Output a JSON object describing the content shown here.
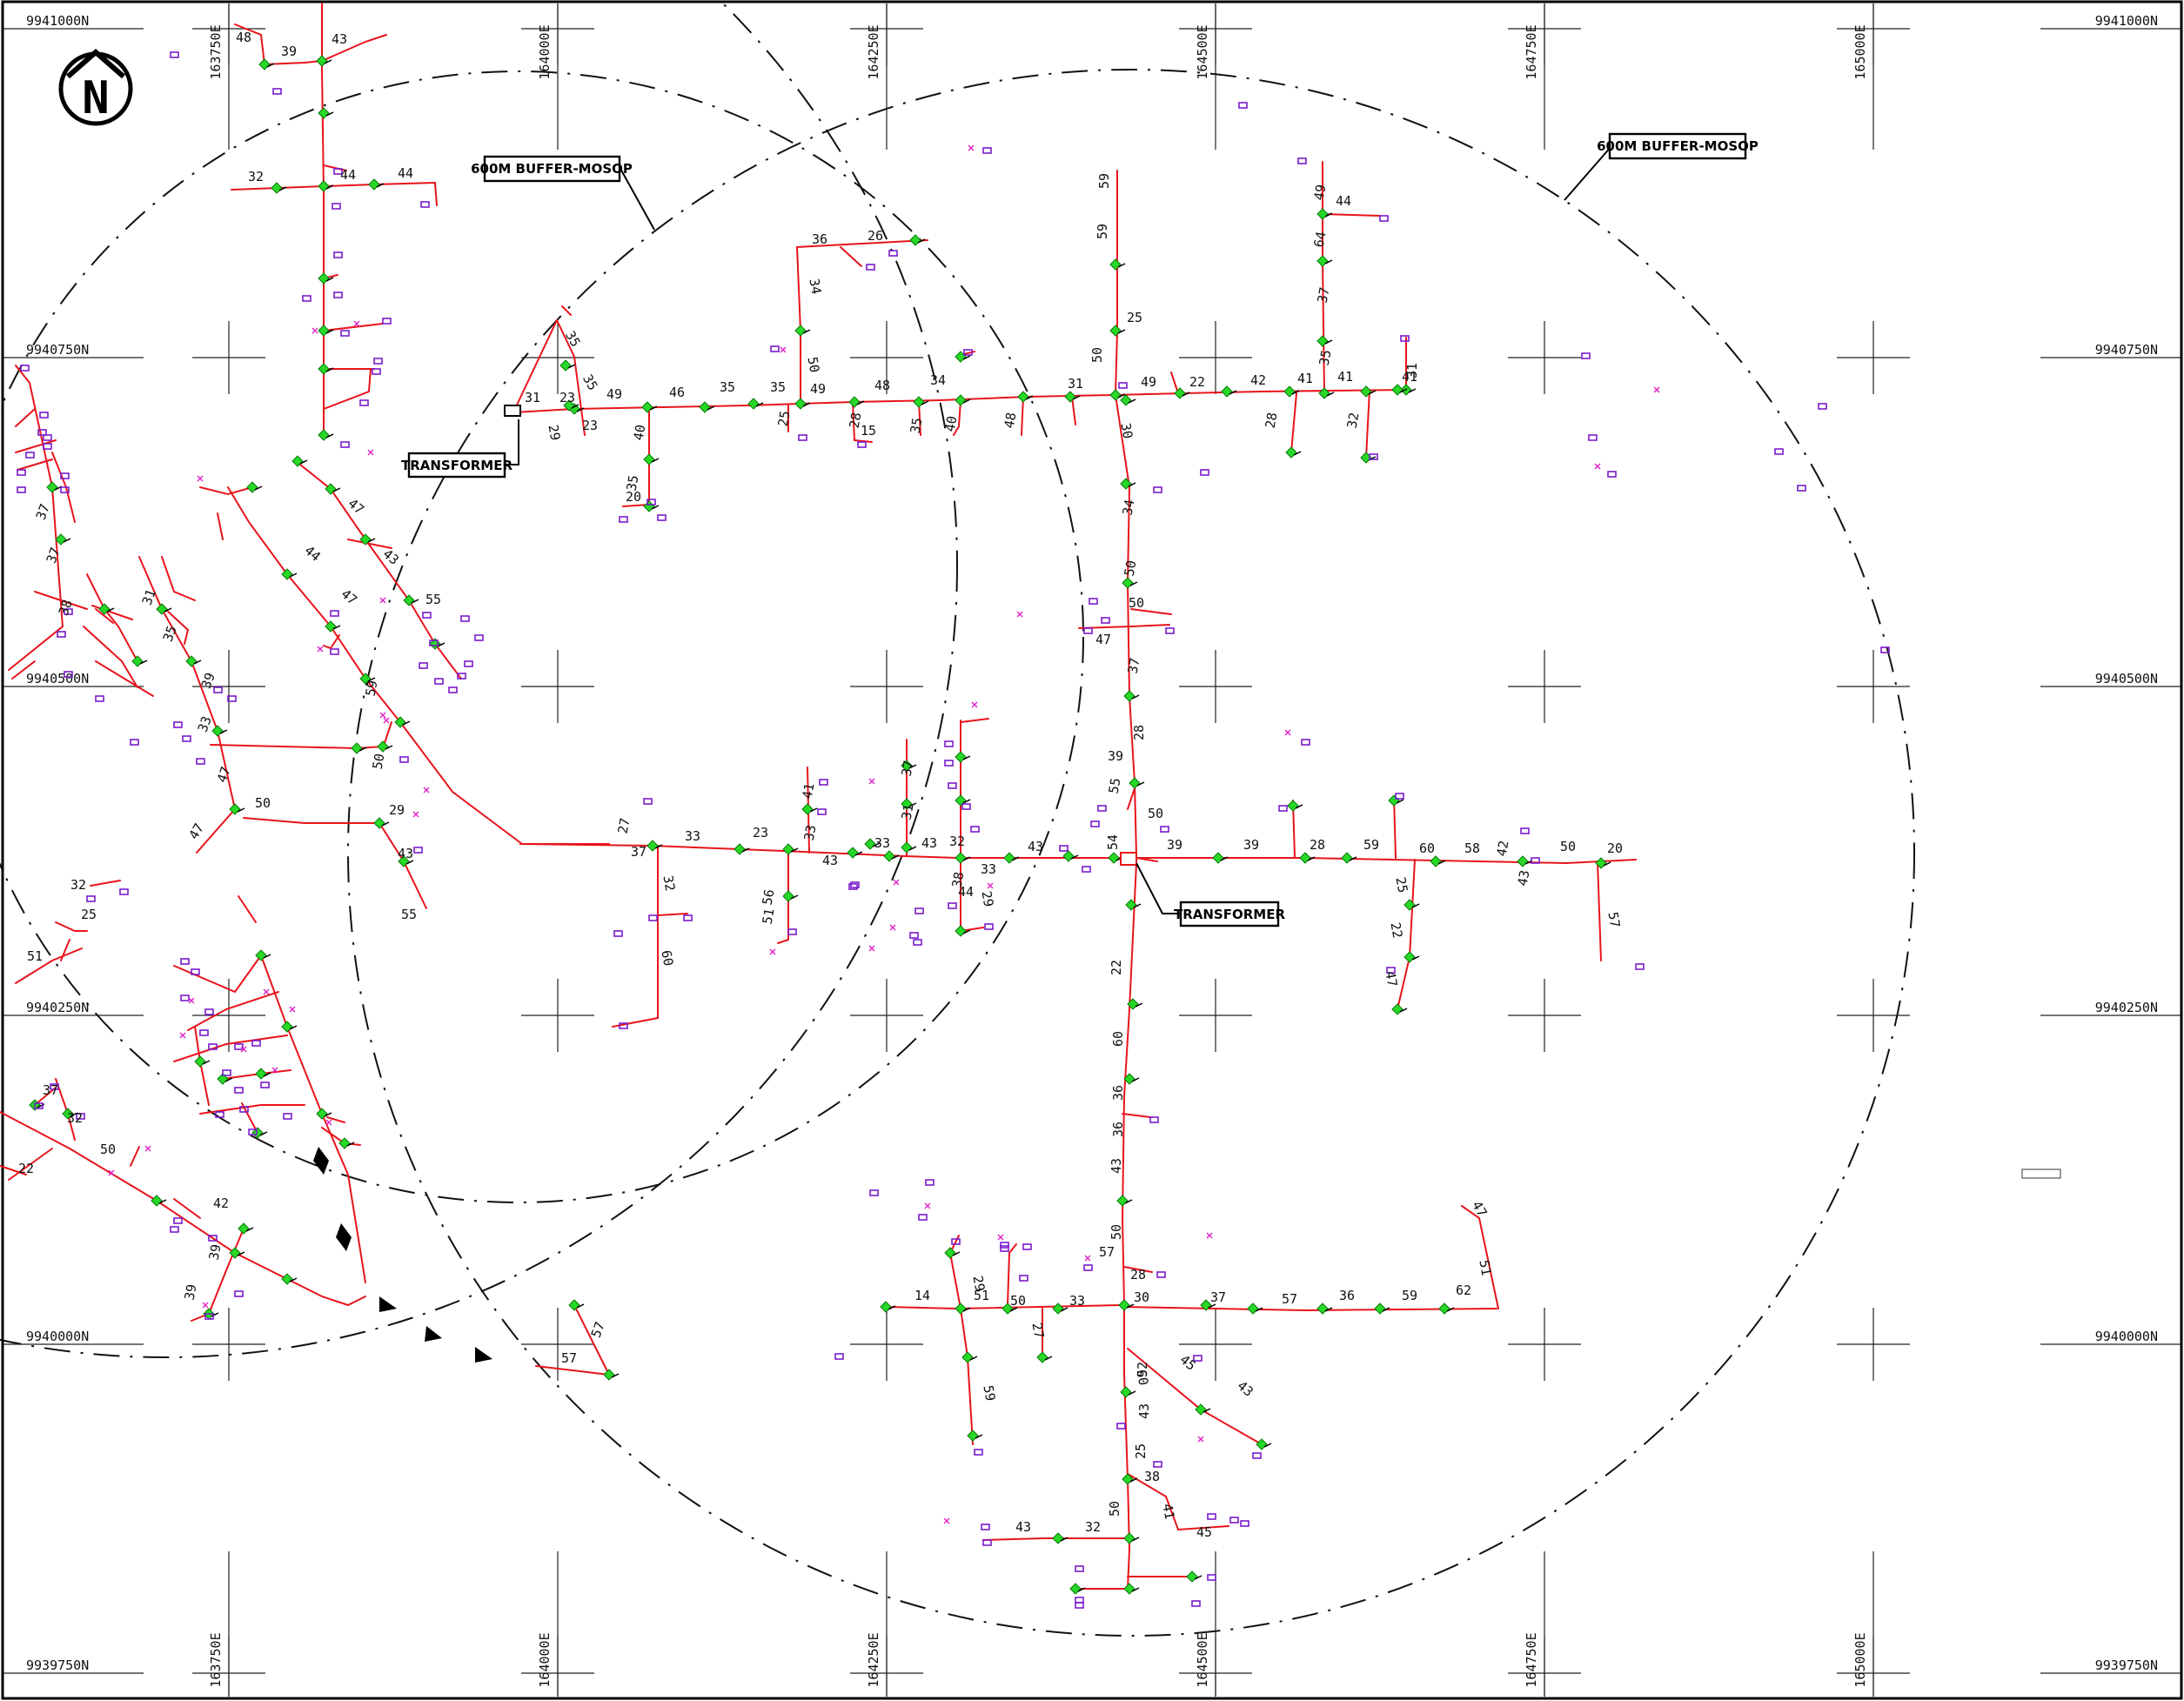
{
  "north_arrow": {
    "letter": "N"
  },
  "grid": {
    "eastings": [
      "163750E",
      "164000E",
      "164250E",
      "164500E",
      "164750E",
      "165000E"
    ],
    "northings": [
      "9941000N",
      "9940750N",
      "9940500N",
      "9940250N",
      "9940000N",
      "9939750N"
    ]
  },
  "callouts": {
    "buffer_left": "600M BUFFER-MOSOP",
    "buffer_right": "600M BUFFER-MOSOP",
    "transformer_upper": "TRANSFORMER",
    "transformer_lower": "TRANSFORMER"
  },
  "segment_lengths": [
    "48",
    "39",
    "43",
    "32",
    "44",
    "44",
    "37",
    "37",
    "38",
    "31",
    "35",
    "39",
    "33",
    "47",
    "50",
    "47",
    "32",
    "25",
    "51",
    "37",
    "32",
    "50",
    "22",
    "42",
    "39",
    "39",
    "47",
    "43",
    "44",
    "47",
    "55",
    "59",
    "50",
    "29",
    "43",
    "55",
    "57",
    "57",
    "35",
    "35",
    "31",
    "23",
    "23",
    "29",
    "49",
    "40",
    "35",
    "20",
    "46",
    "35",
    "35",
    "49",
    "25",
    "48",
    "28",
    "15",
    "35",
    "34",
    "40",
    "48",
    "31",
    "36",
    "26",
    "34",
    "50",
    "59",
    "59",
    "25",
    "50",
    "49",
    "22",
    "42",
    "41",
    "41",
    "41",
    "31",
    "32",
    "28",
    "30",
    "49",
    "44",
    "64",
    "37",
    "35",
    "34",
    "50",
    "50",
    "47",
    "37",
    "28",
    "39",
    "55",
    "50",
    "27",
    "33",
    "37",
    "32",
    "60",
    "23",
    "56",
    "51",
    "43",
    "41",
    "33",
    "33",
    "37",
    "31",
    "32",
    "38",
    "43",
    "44",
    "29",
    "43",
    "33",
    "54",
    "39",
    "39",
    "28",
    "59",
    "60",
    "58",
    "42",
    "43",
    "50",
    "20",
    "57",
    "25",
    "22",
    "47",
    "22",
    "60",
    "36",
    "36",
    "43",
    "50",
    "57",
    "28",
    "14",
    "51",
    "50",
    "27",
    "29",
    "59",
    "33",
    "30",
    "37",
    "57",
    "36",
    "59",
    "62",
    "51",
    "47",
    "52",
    "43",
    "45",
    "43",
    "60",
    "25",
    "38",
    "41",
    "45",
    "50",
    "43",
    "32",
    "40",
    "37",
    "50",
    "54",
    "54"
  ]
}
